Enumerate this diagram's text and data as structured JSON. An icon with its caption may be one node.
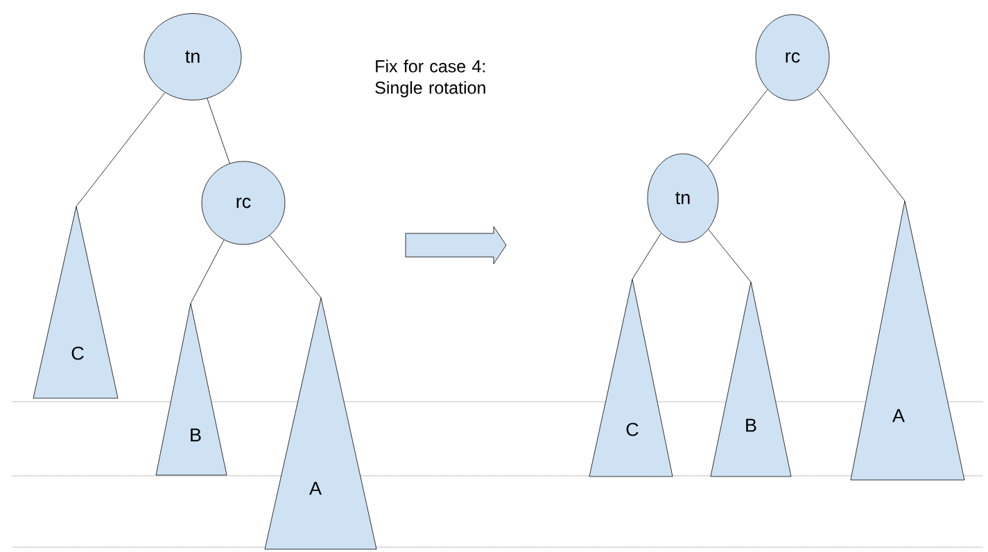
{
  "diagram": {
    "nodes": [
      {
        "text": [
          "tn"
        ]
      },
      {
        "text": [
          "rc"
        ]
      },
      {
        "text": [
          "C"
        ]
      },
      {
        "text": [
          "B"
        ]
      },
      {
        "text": [
          "A"
        ]
      },
      {
        "text": [
          "rc"
        ]
      },
      {
        "text": [
          "tn"
        ]
      },
      {
        "text": [
          "C"
        ]
      },
      {
        "text": [
          "B"
        ]
      },
      {
        "text": [
          "A"
        ]
      }
    ],
    "edges": [
      {
        "from": 0,
        "to": 2,
        "arrow": "none"
      },
      {
        "from": 0,
        "to": 1,
        "arrow": "none"
      },
      {
        "from": 1,
        "to": 3,
        "arrow": "none"
      },
      {
        "from": 1,
        "to": 4,
        "arrow": "none"
      },
      {
        "from": 5,
        "to": 6,
        "arrow": "none"
      },
      {
        "from": 5,
        "to": 9,
        "arrow": "none"
      },
      {
        "from": 6,
        "to": 7,
        "arrow": "none"
      },
      {
        "from": 6,
        "to": 8,
        "arrow": "none"
      }
    ],
    "labels": [
      "Fix for case 4: Single rotation"
    ]
  }
}
